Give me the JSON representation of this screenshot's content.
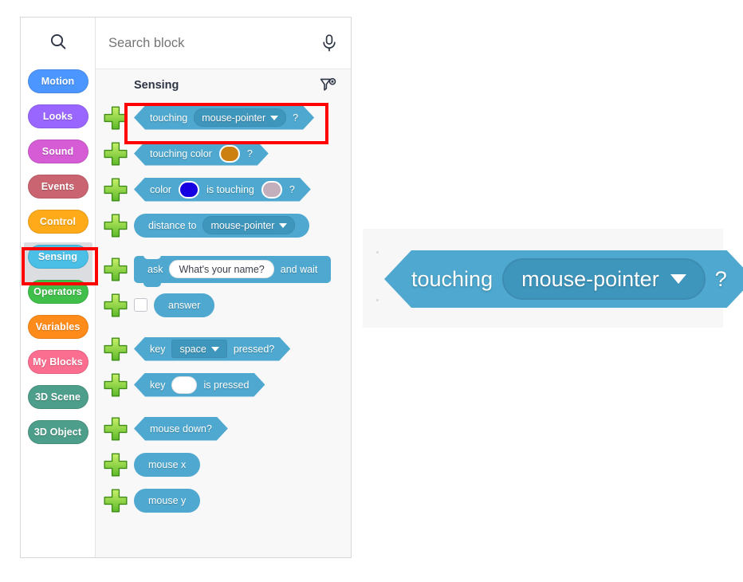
{
  "app": {
    "panel_title": "Sensing"
  },
  "search": {
    "placeholder": "Search block",
    "value": "",
    "search_icon": "search-icon",
    "mic_icon": "microphone-icon"
  },
  "header": {
    "title": "Sensing",
    "clear_filter_icon": "filter-clear-icon"
  },
  "categories": [
    {
      "label": "Motion",
      "color": "#4c97ff",
      "selected": false
    },
    {
      "label": "Looks",
      "color": "#9966ff",
      "selected": false
    },
    {
      "label": "Sound",
      "color": "#d65cd6",
      "selected": false
    },
    {
      "label": "Events",
      "color": "#c96470",
      "selected": false
    },
    {
      "label": "Control",
      "color": "#ffab19",
      "selected": false
    },
    {
      "label": "Sensing",
      "color": "#4cbfe6",
      "selected": true
    },
    {
      "label": "Operators",
      "color": "#40bf4a",
      "selected": false
    },
    {
      "label": "Variables",
      "color": "#ff8c1a",
      "selected": false
    },
    {
      "label": "My Blocks",
      "color": "#fc6e8f",
      "selected": false
    },
    {
      "label": "3D Scene",
      "color": "#4d9e8a",
      "selected": false
    },
    {
      "label": "3D Object",
      "color": "#4d9e8a",
      "selected": false
    }
  ],
  "blocks": [
    {
      "id": "touching",
      "shape": "bool",
      "highlighted": true,
      "parts": [
        {
          "type": "label",
          "text": "touching"
        },
        {
          "type": "dropdown",
          "text": "mouse-pointer",
          "style": "round"
        },
        {
          "type": "label",
          "text": "?"
        }
      ]
    },
    {
      "id": "touching-color",
      "shape": "bool",
      "highlighted": false,
      "parts": [
        {
          "type": "label",
          "text": "touching color"
        },
        {
          "type": "color",
          "value": "#cc8010"
        },
        {
          "type": "label",
          "text": "?"
        }
      ]
    },
    {
      "id": "color-is-touching",
      "shape": "bool",
      "highlighted": false,
      "parts": [
        {
          "type": "label",
          "text": "color"
        },
        {
          "type": "color",
          "value": "#1400e0"
        },
        {
          "type": "label",
          "text": "is touching"
        },
        {
          "type": "color",
          "value": "#c3afbb"
        },
        {
          "type": "label",
          "text": "?"
        }
      ]
    },
    {
      "id": "distance-to",
      "shape": "round",
      "highlighted": false,
      "parts": [
        {
          "type": "label",
          "text": "distance to"
        },
        {
          "type": "dropdown",
          "text": "mouse-pointer",
          "style": "round"
        }
      ]
    },
    {
      "id": "ask-and-wait",
      "shape": "stack",
      "highlighted": false,
      "spacer_before": true,
      "parts": [
        {
          "type": "label",
          "text": "ask"
        },
        {
          "type": "textfield",
          "text": "What's your name?"
        },
        {
          "type": "label",
          "text": "and wait"
        }
      ]
    },
    {
      "id": "answer",
      "shape": "round",
      "highlighted": false,
      "checkbox": true,
      "parts": [
        {
          "type": "label",
          "text": "answer"
        }
      ]
    },
    {
      "id": "key-pressed",
      "shape": "bool",
      "highlighted": false,
      "spacer_before": true,
      "parts": [
        {
          "type": "label",
          "text": "key"
        },
        {
          "type": "dropdown",
          "text": "space",
          "style": "square"
        },
        {
          "type": "label",
          "text": "pressed?"
        }
      ]
    },
    {
      "id": "key-is-pressed",
      "shape": "bool",
      "highlighted": false,
      "parts": [
        {
          "type": "label",
          "text": "key"
        },
        {
          "type": "oval-white"
        },
        {
          "type": "label",
          "text": "is pressed"
        }
      ]
    },
    {
      "id": "mouse-down",
      "shape": "bool",
      "highlighted": false,
      "spacer_before": true,
      "parts": [
        {
          "type": "label",
          "text": "mouse down?"
        }
      ]
    },
    {
      "id": "mouse-x",
      "shape": "round",
      "highlighted": false,
      "parts": [
        {
          "type": "label",
          "text": "mouse x"
        }
      ]
    },
    {
      "id": "mouse-y",
      "shape": "round",
      "highlighted": false,
      "parts": [
        {
          "type": "label",
          "text": "mouse y"
        }
      ]
    }
  ],
  "preview": {
    "label_left": "touching",
    "dropdown_value": "mouse-pointer",
    "label_right": "?",
    "block_color": "#4ea8cf",
    "field_color": "#3f96bd"
  },
  "annotations": {
    "highlight_color": "#fe0000",
    "highlighted_block": "touching",
    "highlighted_category": "Sensing"
  }
}
